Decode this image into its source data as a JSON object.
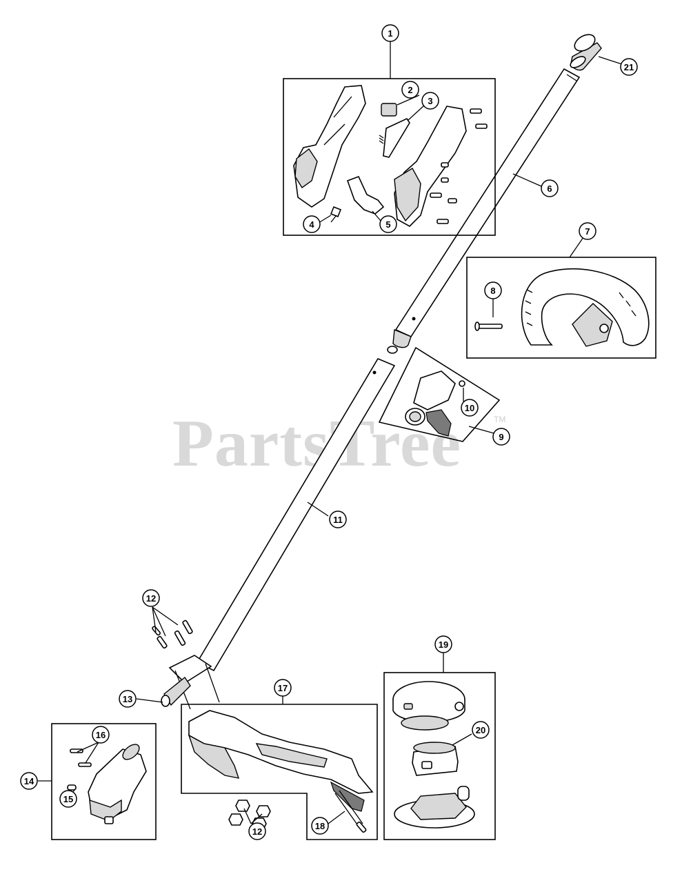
{
  "watermark": {
    "text": "PartsTree",
    "trademark": "TM"
  },
  "callouts": {
    "c1": "1",
    "c2": "2",
    "c3": "3",
    "c4": "4",
    "c5": "5",
    "c6": "6",
    "c7": "7",
    "c8": "8",
    "c9": "9",
    "c10": "10",
    "c11": "11",
    "c12a": "12",
    "c12b": "12",
    "c13": "13",
    "c14": "14",
    "c15": "15",
    "c16": "16",
    "c17": "17",
    "c18": "18",
    "c19": "19",
    "c20": "20",
    "c21": "21"
  }
}
